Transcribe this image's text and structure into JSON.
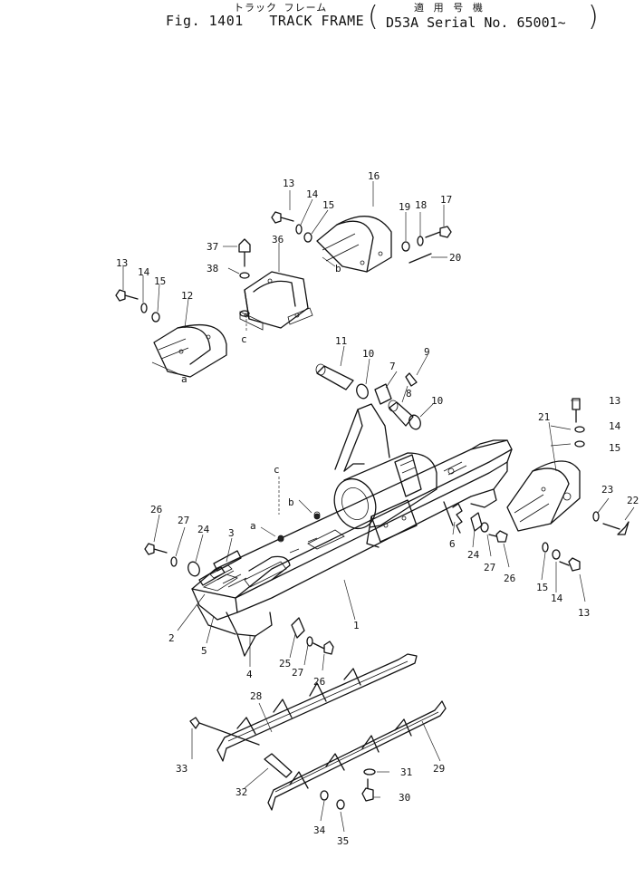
{
  "header": {
    "jp_title": "トラック フレーム",
    "jp_applicable": "適 用 号 機",
    "fig_label": "Fig. 1401",
    "title": "TRACK FRAME",
    "serial": "D53A Serial No. 65001~"
  },
  "callouts": {
    "c1": "1",
    "c2": "2",
    "c3": "3",
    "c4": "4",
    "c5": "5",
    "c6": "6",
    "c7": "7",
    "c8": "8",
    "c9": "9",
    "c10a": "10",
    "c10b": "10",
    "c11": "11",
    "c12": "12",
    "c13a": "13",
    "c13b": "13",
    "c13c": "13",
    "c13d": "13",
    "c14a": "14",
    "c14b": "14",
    "c14c": "14",
    "c14d": "14",
    "c15a": "15",
    "c15b": "15",
    "c15c": "15",
    "c15d": "15",
    "c16": "16",
    "c17": "17",
    "c18": "18",
    "c19": "19",
    "c20": "20",
    "c21": "21",
    "c22": "22",
    "c23": "23",
    "c24a": "24",
    "c24b": "24",
    "c25": "25",
    "c26a": "26",
    "c26b": "26",
    "c26c": "26",
    "c27a": "27",
    "c27b": "27",
    "c27c": "27",
    "c28": "28",
    "c29": "29",
    "c30": "30",
    "c31": "31",
    "c32": "32",
    "c33": "33",
    "c34": "34",
    "c35": "35",
    "c36": "36",
    "c37": "37",
    "c38": "38"
  },
  "refs": {
    "a1": "a",
    "a2": "a",
    "b1": "b",
    "b2": "b",
    "c1": "c",
    "c2": "c"
  }
}
